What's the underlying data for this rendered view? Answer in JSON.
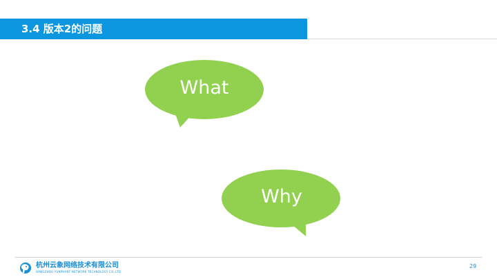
{
  "slide": {
    "title": "3.4 版本2的问题",
    "page_number": "29"
  },
  "bubbles": [
    {
      "label": "What"
    },
    {
      "label": "Why"
    }
  ],
  "footer": {
    "company_name": "杭州云象网络技术有限公司",
    "company_name_en": "HANGZHOU YUNPHANT NETWORK TECHNOLOGY CO.,LTD"
  },
  "colors": {
    "title_bar": "#0b96df",
    "bubble_fill": "#92d050",
    "brand": "#1a8ed8"
  },
  "icons": {
    "logo": "yunphant-elephant-logo-icon"
  }
}
